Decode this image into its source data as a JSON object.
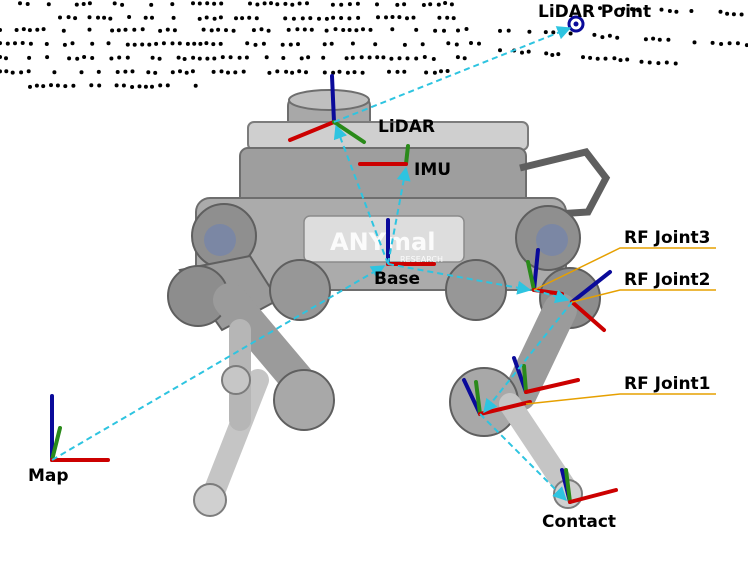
{
  "labels": {
    "lidar_point": "LiDAR Point",
    "lidar": "LiDAR",
    "imu": "IMU",
    "base": "Base",
    "rf_joint3": "RF Joint3",
    "rf_joint2": "RF Joint2",
    "rf_joint1": "RF Joint1",
    "map": "Map",
    "contact": "Contact"
  },
  "robot_logo_text": "ANYmal",
  "robot_logo_subtext": "RESEARCH",
  "colors": {
    "transform_arrow": "#2ec4e0",
    "frame_x": "#cc0000",
    "frame_y": "#2a8a1a",
    "frame_z": "#0a0a9a",
    "leader_line": "#e6a000",
    "point_cloud": "#000000"
  }
}
